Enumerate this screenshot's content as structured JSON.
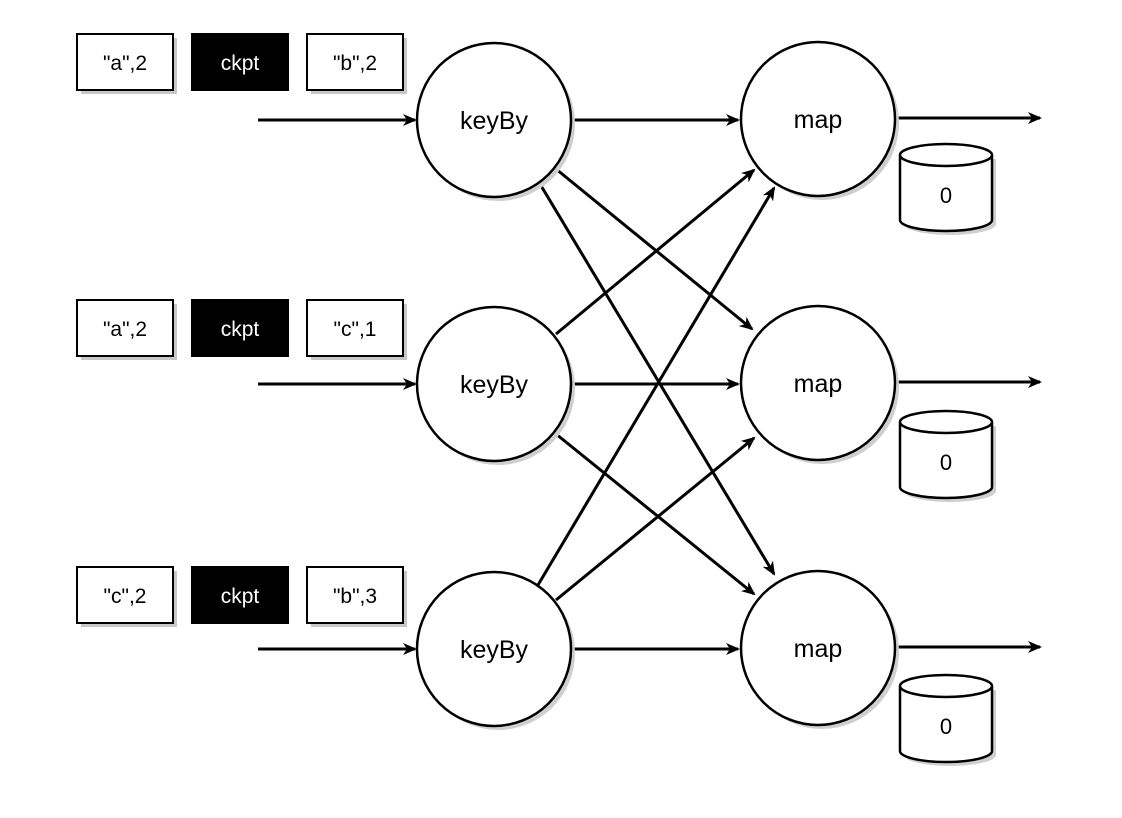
{
  "streams": [
    {
      "records": [
        "\"a\",2",
        "ckpt",
        "\"b\",2"
      ]
    },
    {
      "records": [
        "\"a\",2",
        "ckpt",
        "\"c\",1"
      ]
    },
    {
      "records": [
        "\"c\",2",
        "ckpt",
        "\"b\",3"
      ]
    }
  ],
  "keyby_nodes": [
    {
      "label": "keyBy"
    },
    {
      "label": "keyBy"
    },
    {
      "label": "keyBy"
    }
  ],
  "map_nodes": [
    {
      "label": "map",
      "state": "0"
    },
    {
      "label": "map",
      "state": "0"
    },
    {
      "label": "map",
      "state": "0"
    }
  ],
  "colors": {
    "stroke": "#000000",
    "checkpoint_fill": "#000000",
    "checkpoint_text": "#ffffff",
    "node_fill": "#ffffff"
  }
}
